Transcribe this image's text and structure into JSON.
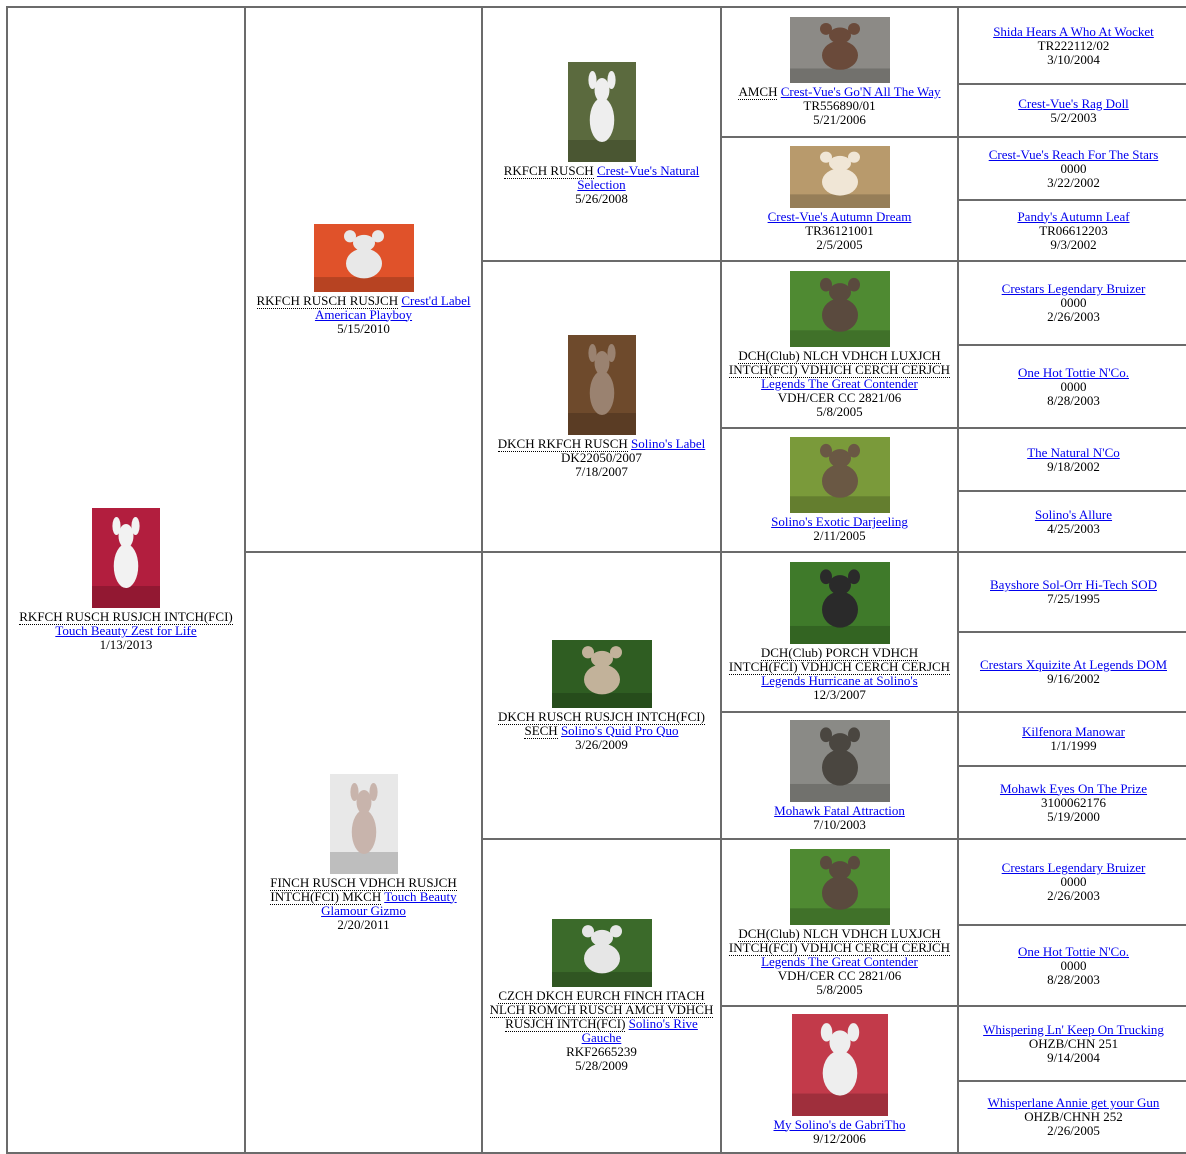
{
  "theme": {
    "link_color": "#0000ee",
    "border_color": "#6b6b6b"
  },
  "subject": {
    "titles": "RKFCH RUSCH RUSJCH INTCH(FCI)",
    "name": "Touch Beauty Zest for Life",
    "date": "1/13/2013",
    "photo_caption": "Touch Beauty Zest for Life"
  },
  "gen1": [
    {
      "titles": "RKFCH RUSCH RUSJCH",
      "name": "Crest'd Label American Playboy",
      "date": "5/15/2010"
    },
    {
      "titles": "FINCH RUSCH VDHCH RUSJCH INTCH(FCI) MKCH",
      "name": "Touch Beauty Glamour Gizmo",
      "date": "2/20/2011"
    }
  ],
  "gen2": [
    {
      "titles": "RKFCH RUSCH",
      "name": "Crest-Vue's Natural Selection",
      "date": "5/26/2008"
    },
    {
      "titles": "DKCH RKFCH RUSCH",
      "name": "Solino's Label",
      "reg": "DK22050/2007",
      "date": "7/18/2007"
    },
    {
      "titles": "DKCH RUSCH RUSJCH INTCH(FCI) SECH",
      "name": "Solino's Quid Pro Quo",
      "date": "3/26/2009"
    },
    {
      "titles": "CZCH DKCH EURCH FINCH ITACH NLCH ROMCH RUSCH AMCH VDHCH RUSJCH INTCH(FCI)",
      "name": "Solino's Rive Gauche",
      "reg": "RKF2665239",
      "date": "5/28/2009"
    }
  ],
  "gen3": [
    {
      "titles": "AMCH",
      "name": "Crest-Vue's Go'N All The Way",
      "reg": "TR556890/01",
      "date": "5/21/2006"
    },
    {
      "name": "Crest-Vue's Autumn Dream",
      "reg": "TR36121001",
      "date": "2/5/2005"
    },
    {
      "titles": "DCH(Club) NLCH VDHCH LUXJCH INTCH(FCI) VDHJCH CERCH CERJCH",
      "name": "Legends The Great Contender",
      "reg": "VDH/CER CC 2821/06",
      "date": "5/8/2005"
    },
    {
      "name": "Solino's Exotic Darjeeling",
      "date": "2/11/2005"
    },
    {
      "titles": "DCH(Club) PORCH VDHCH INTCH(FCI) VDHJCH CERCH CERJCH",
      "name": "Legends Hurricane at Solino's",
      "date": "12/3/2007"
    },
    {
      "name": "Mohawk Fatal Attraction",
      "date": "7/10/2003"
    },
    {
      "titles": "DCH(Club) NLCH VDHCH LUXJCH INTCH(FCI) VDHJCH CERCH CERJCH",
      "name": "Legends The Great Contender",
      "reg": "VDH/CER CC 2821/06",
      "date": "5/8/2005"
    },
    {
      "name": "My Solino's de GabriTho",
      "date": "9/12/2006"
    }
  ],
  "gen4": [
    {
      "name": "Shida Hears A Who At Wocket",
      "reg": "TR222112/02",
      "date": "3/10/2004"
    },
    {
      "name": "Crest-Vue's Rag Doll",
      "date": "5/2/2003"
    },
    {
      "name": "Crest-Vue's Reach For The Stars",
      "reg": "0000",
      "date": "3/22/2002"
    },
    {
      "name": "Pandy's Autumn Leaf",
      "reg": "TR06612203",
      "date": "9/3/2002"
    },
    {
      "name": "Crestars Legendary Bruizer",
      "reg": "0000",
      "date": "2/26/2003"
    },
    {
      "name": "One Hot Tottie N'Co.",
      "reg": "0000",
      "date": "8/28/2003"
    },
    {
      "name": "The Natural N'Co",
      "date": "9/18/2002"
    },
    {
      "name": "Solino's Allure",
      "date": "4/25/2003"
    },
    {
      "name": "Bayshore Sol-Orr Hi-Tech SOD",
      "date": "7/25/1995"
    },
    {
      "name": "Crestars Xquizite At Legends DOM",
      "date": "9/16/2002"
    },
    {
      "name": "Kilfenora Manowar",
      "date": "1/1/1999"
    },
    {
      "name": "Mohawk Eyes On The Prize",
      "reg": "3100062176",
      "date": "5/19/2000"
    },
    {
      "name": "Crestars Legendary Bruizer",
      "reg": "0000",
      "date": "2/26/2003"
    },
    {
      "name": "One Hot Tottie N'Co.",
      "reg": "0000",
      "date": "8/28/2003"
    },
    {
      "name": "Whispering Ln' Keep On Trucking",
      "reg": "OHZB/CHN 251",
      "date": "9/14/2004"
    },
    {
      "name": "Whisperlane Annie get your Gun",
      "reg": "OHZB/CHNH 252",
      "date": "2/26/2005"
    }
  ]
}
